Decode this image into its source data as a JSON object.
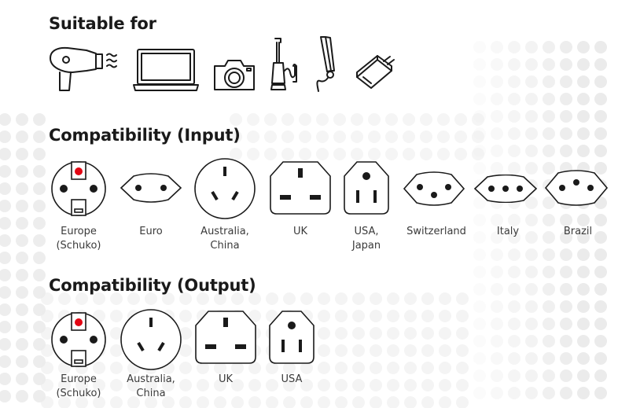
{
  "sections": {
    "suitable": {
      "title": "Suitable for"
    },
    "input": {
      "title": "Compatibility (Input)"
    },
    "output": {
      "title": "Compatibility (Output)"
    }
  },
  "suitable_icons": [
    "hair-dryer-icon",
    "laptop-icon",
    "camera-icon",
    "vacuum-cleaner-icon",
    "hair-straightener-icon",
    "phone-charger-icon"
  ],
  "input_plugs": [
    {
      "id": "europe-schuko",
      "label": "Europe\n(Schuko)"
    },
    {
      "id": "euro",
      "label": "Euro"
    },
    {
      "id": "australia-china",
      "label": "Australia,\nChina"
    },
    {
      "id": "uk",
      "label": "UK"
    },
    {
      "id": "usa-japan",
      "label": "USA,\nJapan"
    },
    {
      "id": "switzerland",
      "label": "Switzerland"
    },
    {
      "id": "italy",
      "label": "Italy"
    },
    {
      "id": "brazil",
      "label": "Brazil"
    }
  ],
  "output_plugs": [
    {
      "id": "europe-schuko",
      "label": "Europe\n(Schuko)"
    },
    {
      "id": "australia-china",
      "label": "Australia,\nChina"
    },
    {
      "id": "uk",
      "label": "UK"
    },
    {
      "id": "usa",
      "label": "USA"
    }
  ],
  "colors": {
    "accent": "#e30613",
    "ink": "#1a1a1a",
    "dots": "#ebebeb"
  }
}
